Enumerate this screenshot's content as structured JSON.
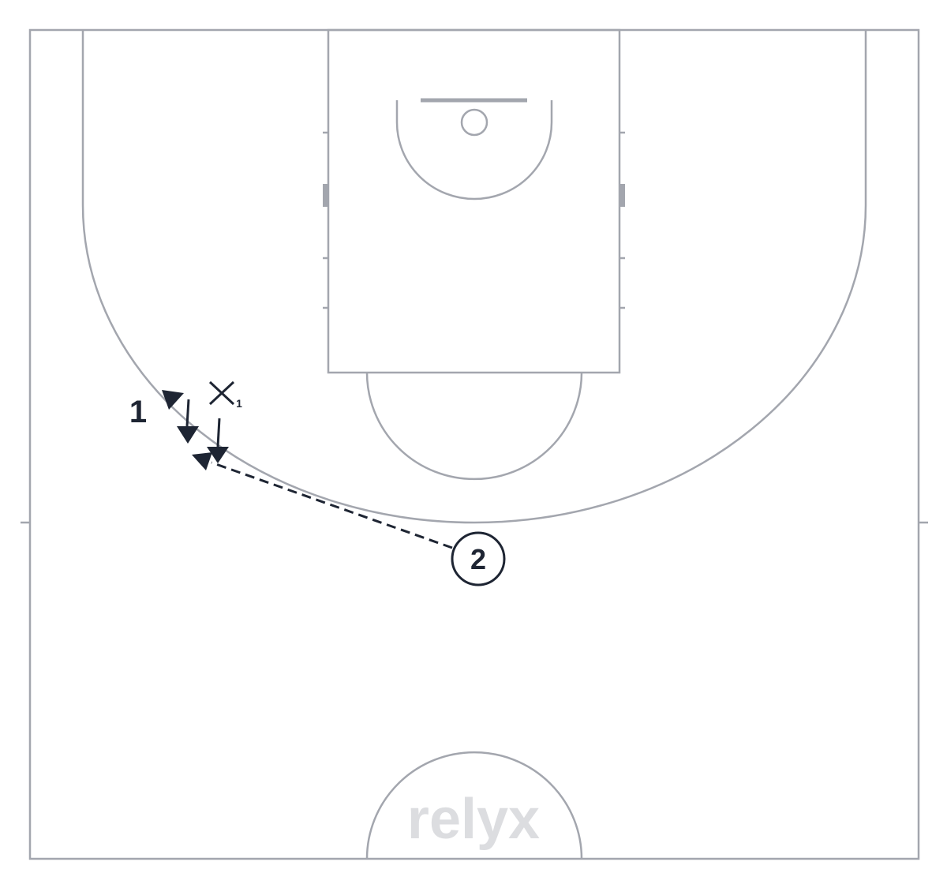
{
  "diagram": {
    "type": "basketball-half-court-play",
    "colors": {
      "court_lines": "#a3a6ae",
      "players": "#1e2533",
      "watermark": "#dcdde0",
      "background": "#ffffff"
    }
  },
  "players": {
    "offense_1": {
      "label": "1"
    },
    "offense_2": {
      "label": "2"
    },
    "defense_1": {
      "symbol": "×",
      "subscript": "1"
    }
  },
  "actions": [
    {
      "type": "cut",
      "from": "offense_1"
    },
    {
      "type": "defensive-slide",
      "from": "defense_1"
    },
    {
      "type": "pass",
      "from": "offense_2",
      "to": "offense_1",
      "style": "dashed"
    }
  ],
  "watermark": {
    "text": "relyx"
  }
}
